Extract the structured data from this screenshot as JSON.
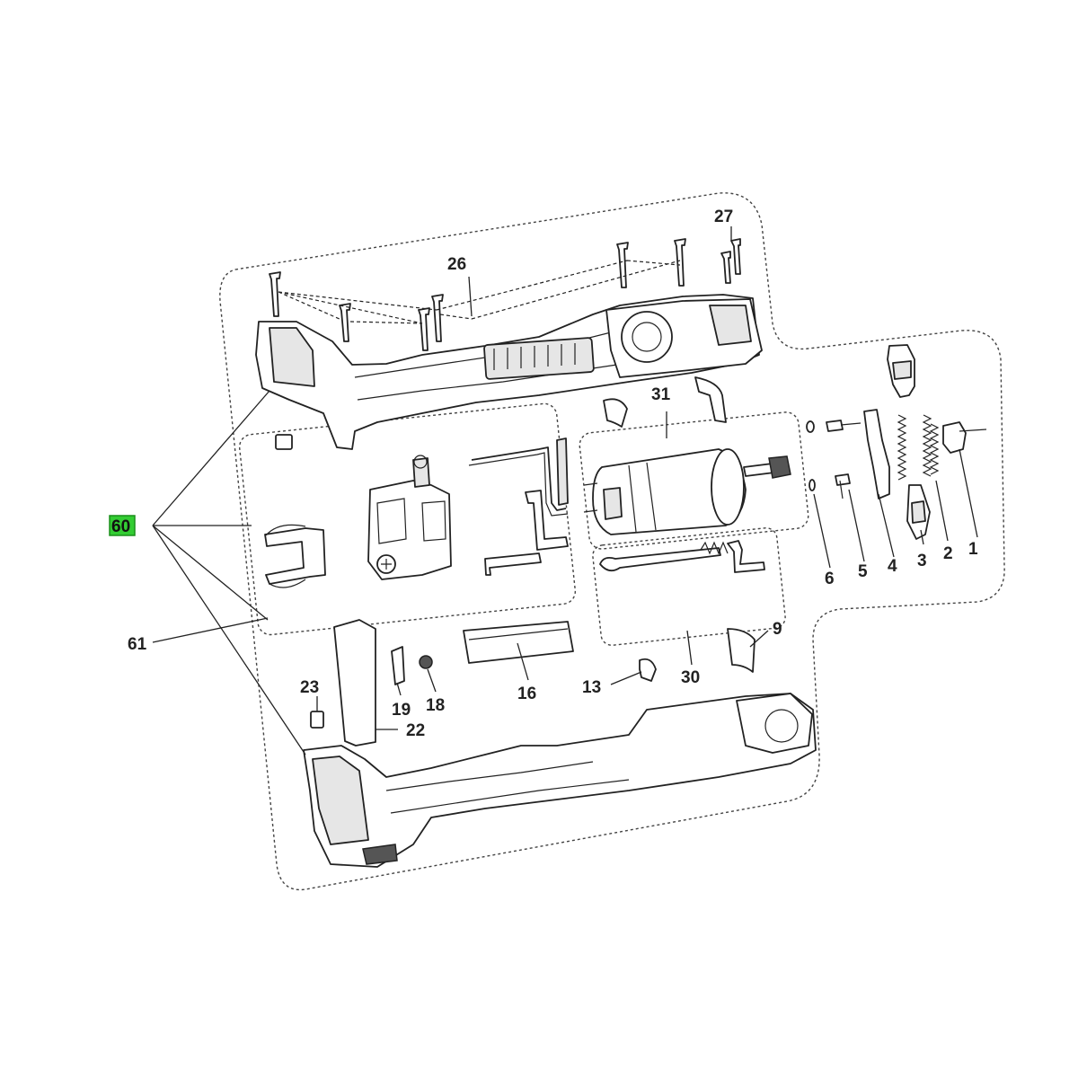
{
  "labels": {
    "p1": "1",
    "p2": "2",
    "p3": "3",
    "p4": "4",
    "p5": "5",
    "p6": "6",
    "p9": "9",
    "p13": "13",
    "p16": "16",
    "p18": "18",
    "p19": "19",
    "p22": "22",
    "p23": "23",
    "p26": "26",
    "p27": "27",
    "p30": "30",
    "p31": "31",
    "p60": "60",
    "p61": "61"
  },
  "highlight": {
    "label": "60",
    "color": "#33cc33"
  },
  "colors": {
    "line": "#222222",
    "frame": "#444444",
    "background": "#ffffff"
  }
}
